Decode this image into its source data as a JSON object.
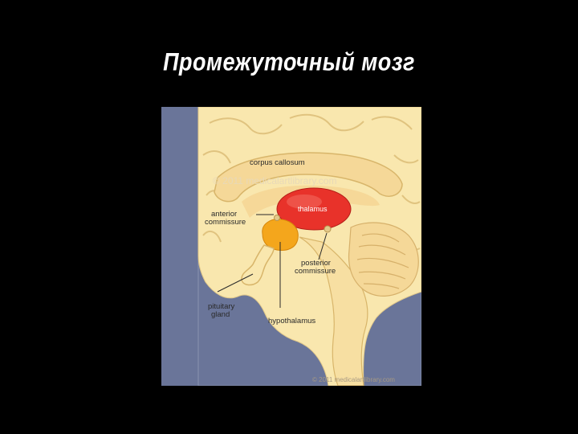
{
  "slide": {
    "title": "Промежуточный мозг"
  },
  "diagram": {
    "labels": {
      "corpus_callosum": "corpus callosum",
      "thalamus": "thalamus",
      "anterior_commissure_1": "anterior",
      "anterior_commissure_2": "commissure",
      "posterior_commissure_1": "posterior",
      "posterior_commissure_2": "commissure",
      "pituitary_gland_1": "pituitary",
      "pituitary_gland_2": "gland",
      "hypothalamus": "hypothalamus"
    },
    "watermark_center": "© 2011 medicalartlibrary.com",
    "copyright": "© 2011 medicalartlibrary.com"
  },
  "colors": {
    "background": "#000000",
    "figure_background": "#6a7599",
    "brain_tissue": "#f9e7ae",
    "thalamus": "#e8322a",
    "hypothalamus": "#f4a61c"
  }
}
